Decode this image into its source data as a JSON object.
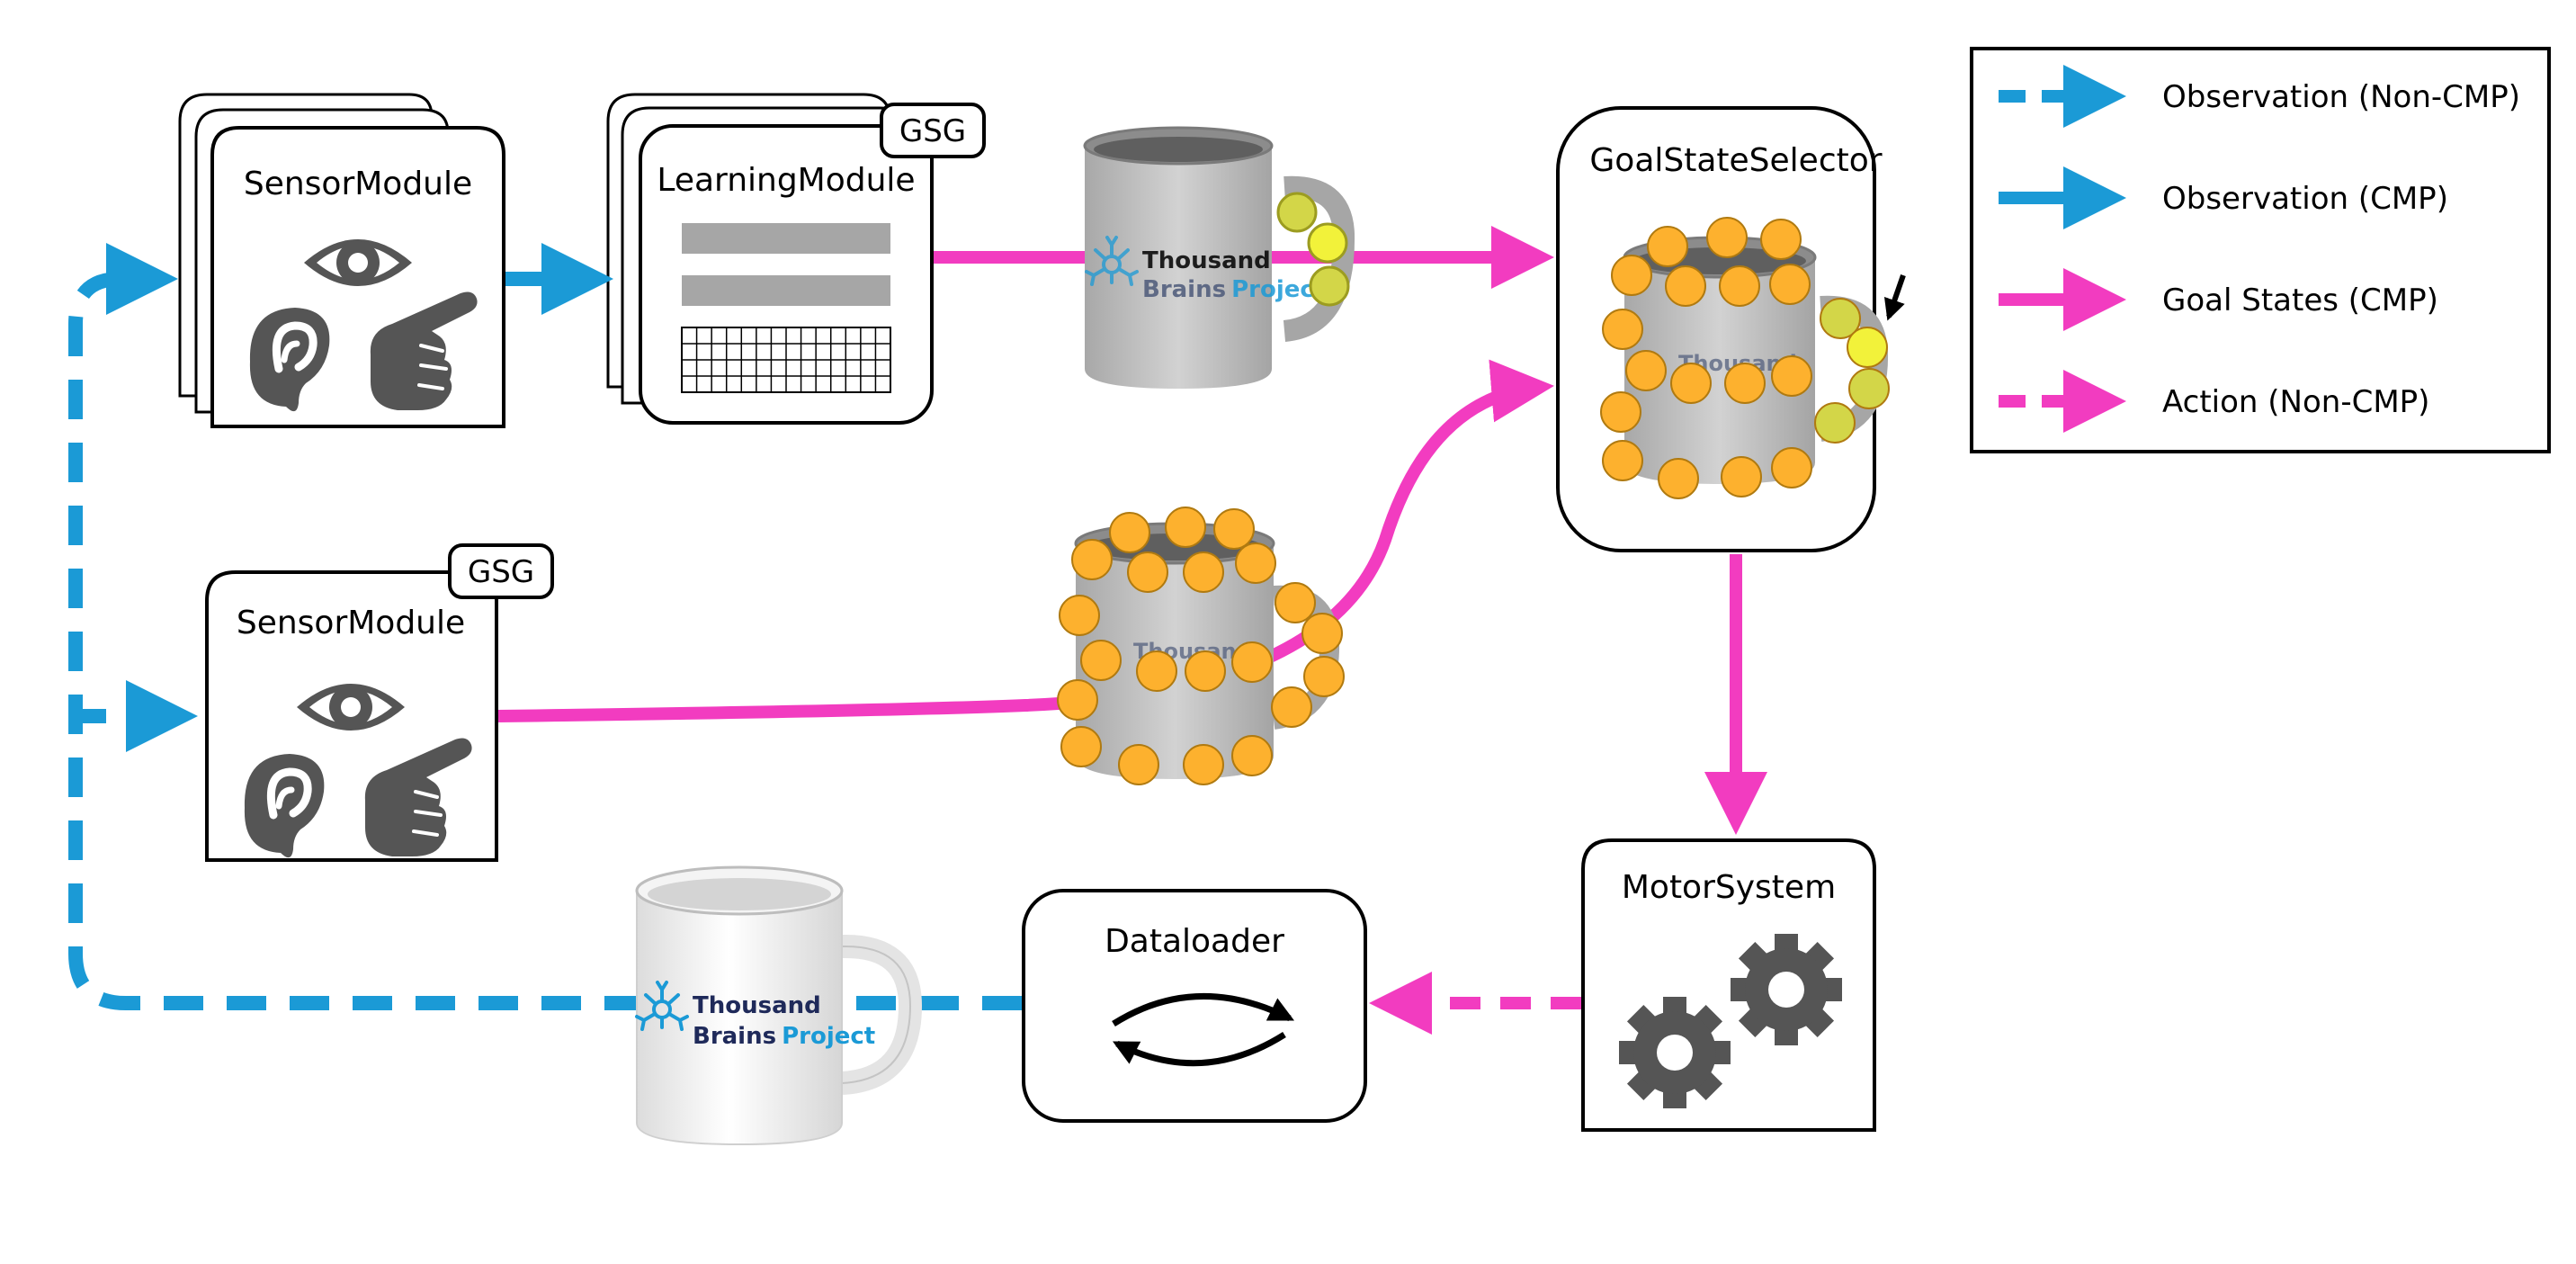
{
  "modules": {
    "sensor_module_top": {
      "title": "SensorModule"
    },
    "learning_module": {
      "title": "LearningModule",
      "badge": "GSG"
    },
    "sensor_module_bottom": {
      "title": "SensorModule",
      "badge": "GSG"
    },
    "goal_state_selector": {
      "title": "GoalStateSelector"
    },
    "motor_system": {
      "title": "MotorSystem"
    },
    "dataloader": {
      "title": "Dataloader"
    }
  },
  "mug_logo": {
    "line1": "Thousand",
    "line2_a": "Brains",
    "line2_b": "Project"
  },
  "legend": {
    "items": [
      {
        "label": "Observation (Non-CMP)",
        "color": "#1b9ad6",
        "style": "dashed"
      },
      {
        "label": "Observation (CMP)",
        "color": "#1b9ad6",
        "style": "solid"
      },
      {
        "label": "Goal States (CMP)",
        "color": "#f23cc0",
        "style": "solid"
      },
      {
        "label": "Action (Non-CMP)",
        "color": "#f23cc0",
        "style": "dashed"
      }
    ]
  },
  "colors": {
    "blue": "#1b9ad6",
    "magenta": "#f23cc0",
    "orange_dot": "#fdb12e",
    "yellow_dot": "#f2f23a",
    "olive_dot": "#d3d648",
    "icon_gray": "#555555",
    "mug_gray": "#bdbdbd"
  }
}
